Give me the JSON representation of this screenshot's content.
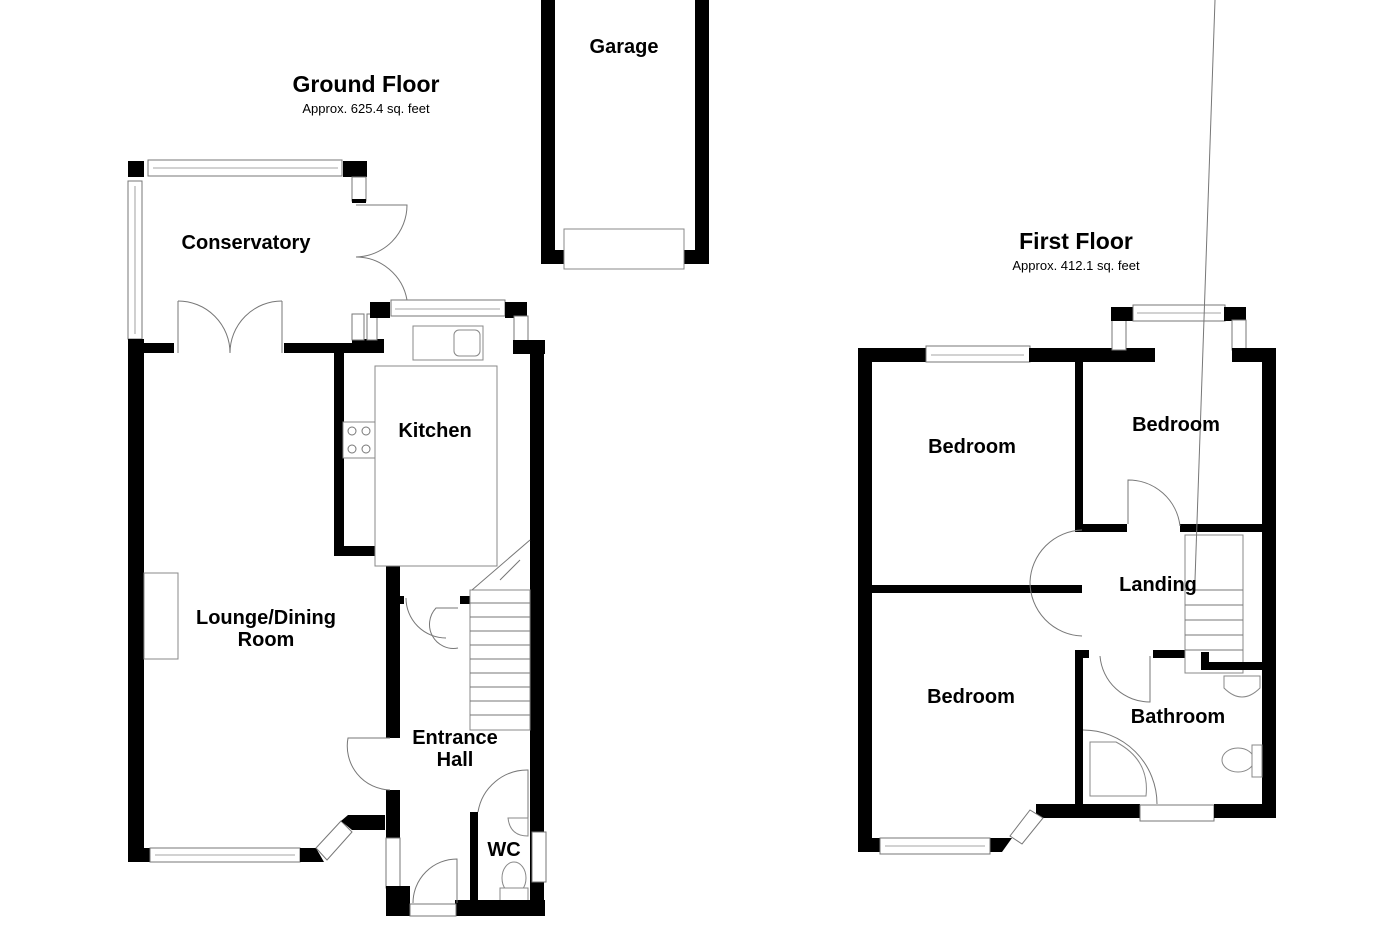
{
  "ground_floor": {
    "title": "Ground Floor",
    "area": "Approx. 625.4 sq. feet",
    "rooms": {
      "conservatory": "Conservatory",
      "kitchen": "Kitchen",
      "lounge_line1": "Lounge/Dining",
      "lounge_line2": "Room",
      "hall_line1": "Entrance",
      "hall_line2": "Hall",
      "wc": "WC",
      "garage": "Garage"
    }
  },
  "first_floor": {
    "title": "First Floor",
    "area": "Approx. 412.1 sq. feet",
    "rooms": {
      "bedroom_1": "Bedroom",
      "bedroom_2": "Bedroom",
      "bedroom_3": "Bedroom",
      "landing": "Landing",
      "bathroom": "Bathroom"
    }
  }
}
